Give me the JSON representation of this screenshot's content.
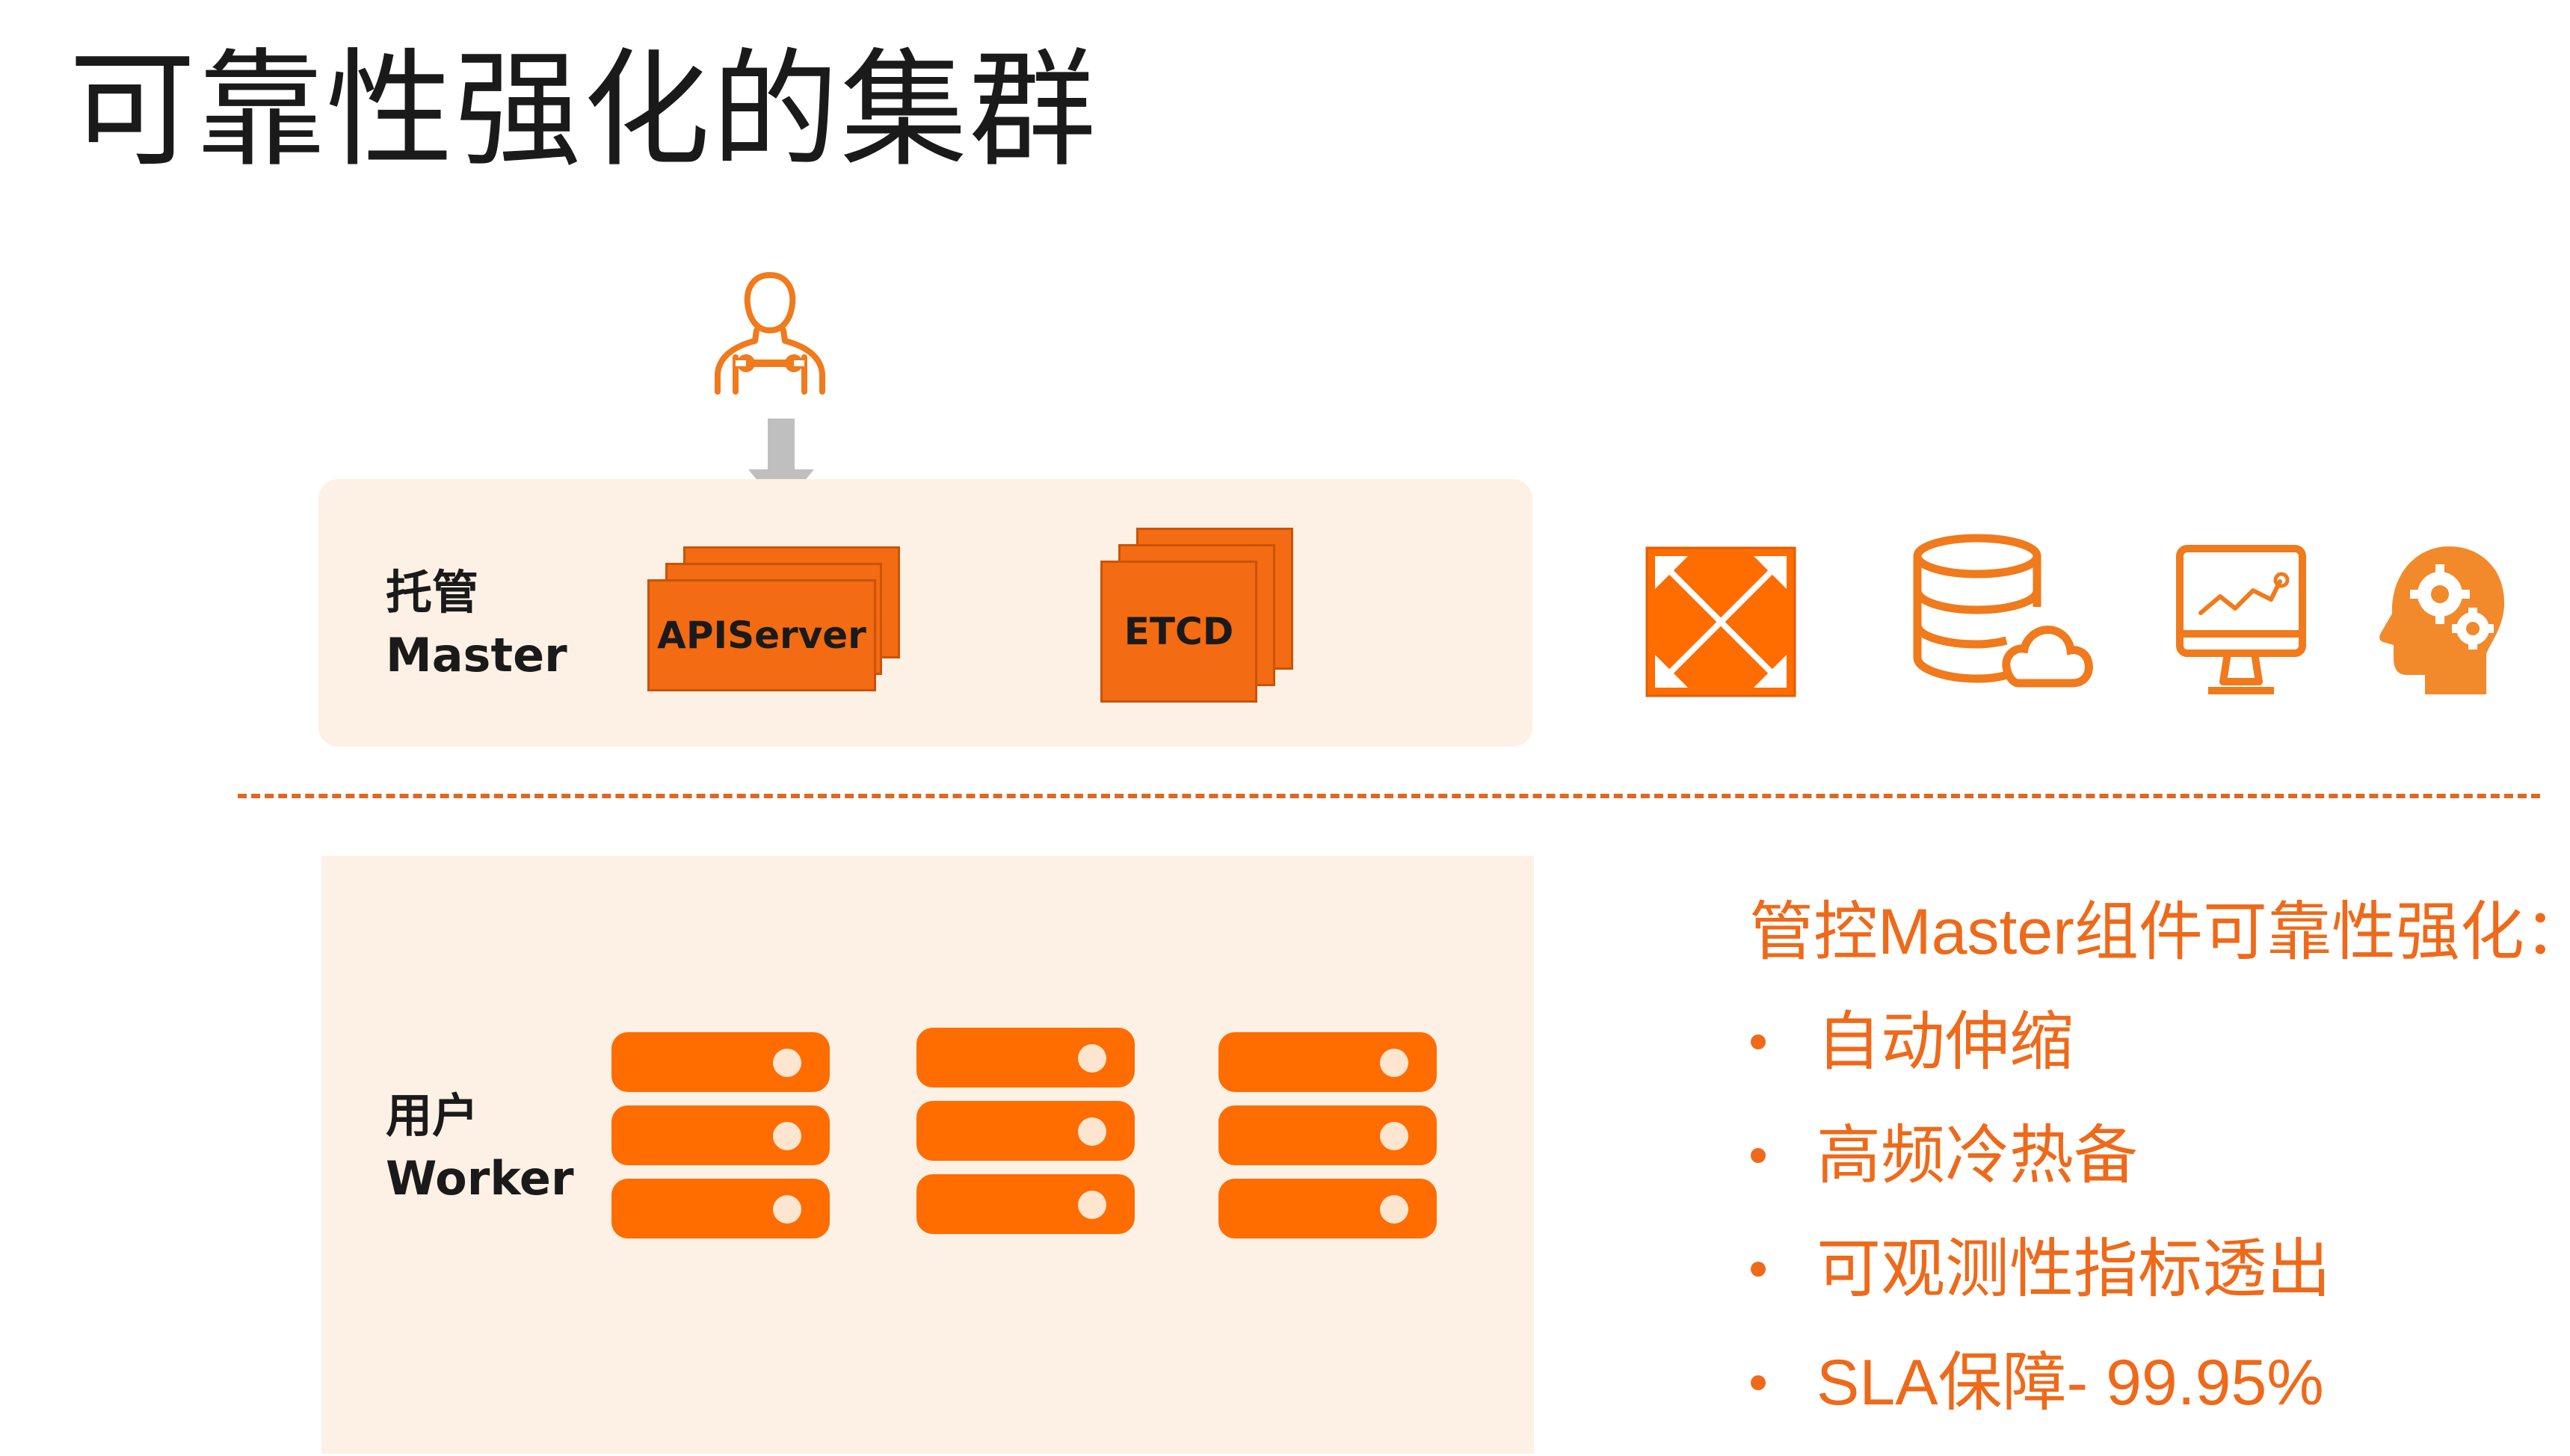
{
  "title": "可靠性强化的集群",
  "master_layer": {
    "label_line1": "托管",
    "label_line2": "Master",
    "components": [
      "APIServer",
      "ETCD"
    ]
  },
  "worker_layer": {
    "label_line1": "用户",
    "label_line2": "Worker",
    "server_count": 3
  },
  "feature_icons": [
    "auto-scaling-expand-icon",
    "database-cloud-backup-icon",
    "monitor-metrics-chart-icon",
    "head-gears-intelligence-icon"
  ],
  "features": {
    "heading": "管控Master组件可靠性强化：",
    "items": [
      "自动伸缩",
      "高频冷热备",
      "可观测性指标透出",
      "SLA保障- 99.95%"
    ]
  },
  "colors": {
    "accent": "#ff6c00",
    "text_accent": "#ee6a1a",
    "panel_bg": "#fdf0e5",
    "arrow_gray": "#bfbfbf"
  }
}
